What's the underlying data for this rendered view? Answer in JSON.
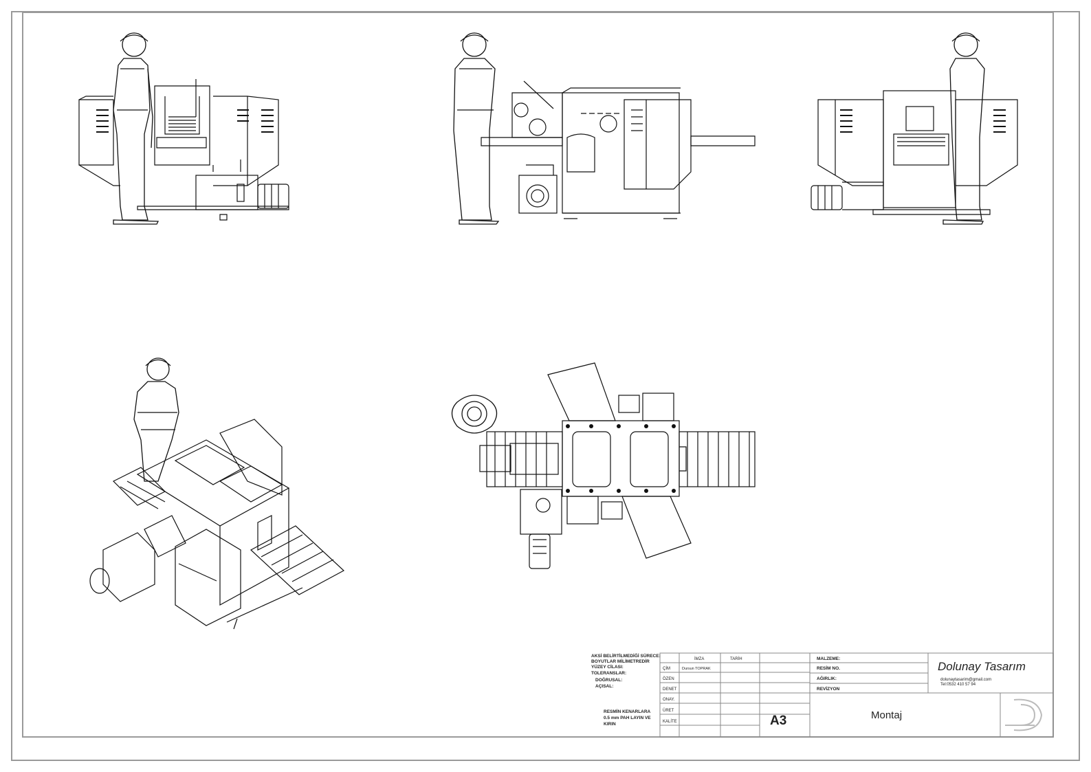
{
  "sheet": {
    "views": [
      {
        "name": "front-view"
      },
      {
        "name": "side-view"
      },
      {
        "name": "rear-view"
      },
      {
        "name": "isometric-view"
      },
      {
        "name": "top-view"
      }
    ]
  },
  "title_block": {
    "general_notes": [
      "AKSİ BELİRTİLMEDİĞİ SÜRECE:",
      "BOYUTLAR MİLİMETREDİR",
      "YÜZEY CİLASI:",
      "TOLERANSLAR:",
      "DOĞRUSAL:",
      "AÇISAL:"
    ],
    "edge_note": [
      "RESMİN KENARLARA",
      "0.5 mm PAH LAYIN VE",
      "KIRIN"
    ],
    "col_headers": {
      "imza": "İMZA",
      "tarih": "TARİH"
    },
    "rows": [
      {
        "label": "ÇİM",
        "name": "Dursun TOPRAK"
      },
      {
        "label": "ÖZEN",
        "name": ""
      },
      {
        "label": "DENET",
        "name": ""
      },
      {
        "label": "ONAY.",
        "name": ""
      },
      {
        "label": "ÜRET",
        "name": ""
      },
      {
        "label": "KALİTE",
        "name": ""
      }
    ],
    "malzeme": "MALZEME:",
    "resim_no": "RESİM NO.",
    "agirlik": "AĞIRLIK:",
    "revizyon": "REVİZYON",
    "company": "Dolunay Tasarım",
    "email": "dolunaytasarim@gmail.com",
    "phone": "Tel:0532 410 57 94",
    "sheet_size": "A3",
    "drawing_title": "Montaj"
  }
}
